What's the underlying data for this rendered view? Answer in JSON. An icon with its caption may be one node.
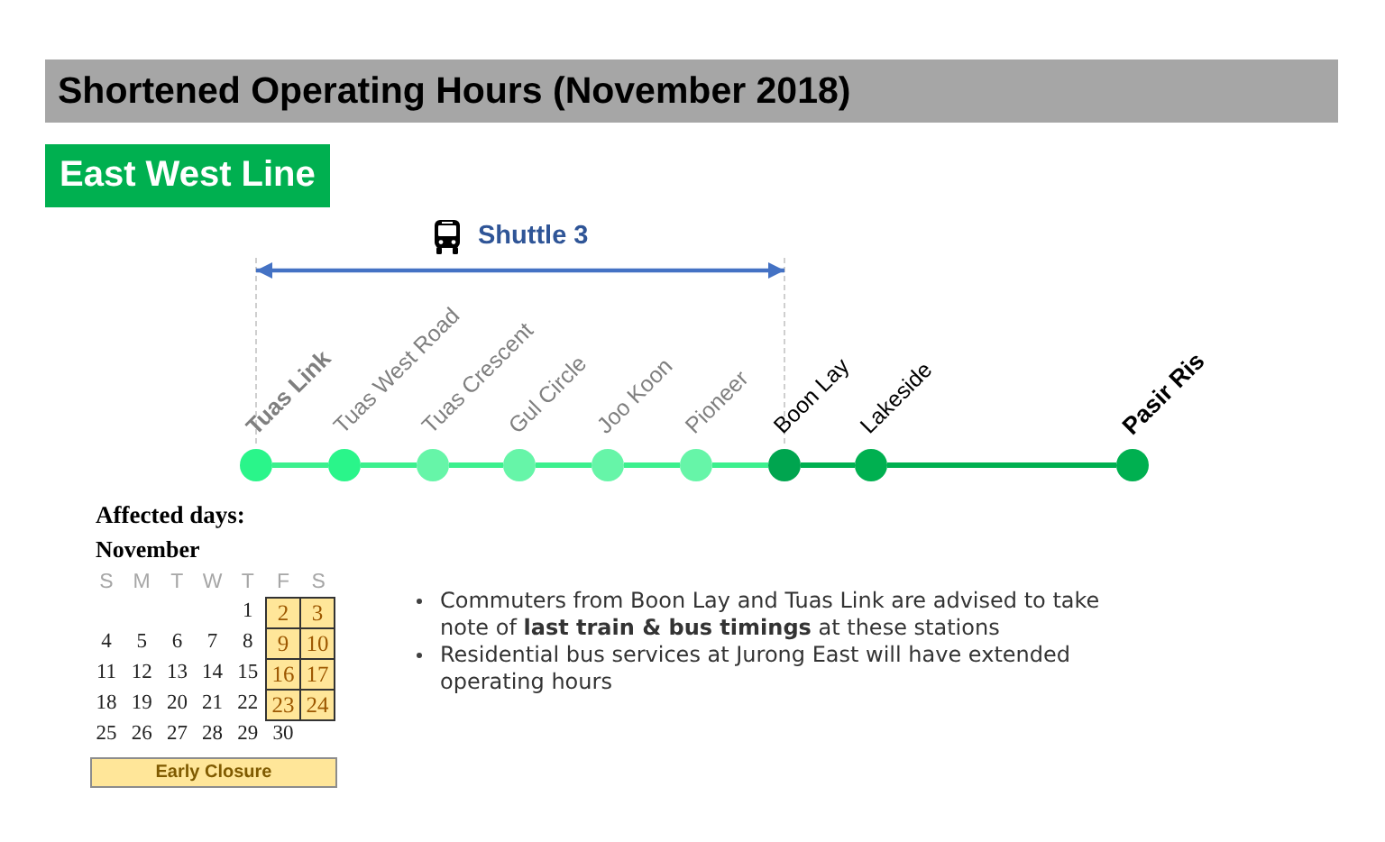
{
  "diagram": {
    "title": "Shortened Operating Hours (November 2018)",
    "nodes": [
      {
        "text": [
          "East West Line"
        ]
      },
      {
        "text": [],
        "shape": "circle",
        "beside": [
          "Tuas Link"
        ]
      },
      {
        "text": [],
        "shape": "circle",
        "beside": [
          "Tuas West Road"
        ]
      },
      {
        "text": [],
        "shape": "circle",
        "beside": [
          "Tuas Crescent"
        ]
      },
      {
        "text": [],
        "shape": "circle",
        "beside": [
          "Gul Circle"
        ]
      },
      {
        "text": [],
        "shape": "circle",
        "beside": [
          "Joo Koon"
        ]
      },
      {
        "text": [],
        "shape": "circle",
        "beside": [
          "Pioneer"
        ]
      },
      {
        "text": [],
        "shape": "circle",
        "beside": [
          "Boon Lay"
        ]
      },
      {
        "text": [],
        "shape": "circle",
        "beside": [
          "Lakeside"
        ]
      },
      {
        "text": [],
        "shape": "circle",
        "beside": [
          "Pasir Ris"
        ]
      }
    ],
    "edges": [
      {
        "from": 1,
        "to": 2,
        "arrow": "none"
      },
      {
        "from": 2,
        "to": 3,
        "arrow": "none"
      },
      {
        "from": 3,
        "to": 4,
        "arrow": "none"
      },
      {
        "from": 4,
        "to": 5,
        "arrow": "none"
      },
      {
        "from": 5,
        "to": 6,
        "arrow": "none"
      },
      {
        "from": 6,
        "to": 7,
        "arrow": "none"
      },
      {
        "from": 7,
        "to": 8,
        "arrow": "none",
        "color": "#00b050"
      },
      {
        "from": 8,
        "to": 9,
        "arrow": "none",
        "color": "#00b050"
      }
    ],
    "labels": [
      "Shuttle 3",
      "Affected days:",
      "November",
      "S",
      "M",
      "T",
      "W",
      "T",
      "F",
      "S",
      "1",
      "2",
      "3",
      "4",
      "5",
      "6",
      "7",
      "8",
      "9",
      "10",
      "11",
      "12",
      "13",
      "14",
      "15",
      "16",
      "17",
      "18",
      "19",
      "20",
      "21",
      "22",
      "23",
      "24",
      "25",
      "26",
      "27",
      "28",
      "29",
      "30",
      "Commuters from Boon Lay and Tuas Link are advised to take note of **last train & bus timings** at these stations",
      "Residential bus services at Jurong East will have extended operating hours"
    ],
    "legend": [
      {
        "text": "Early Closure",
        "color": "#ffe699"
      }
    ]
  }
}
